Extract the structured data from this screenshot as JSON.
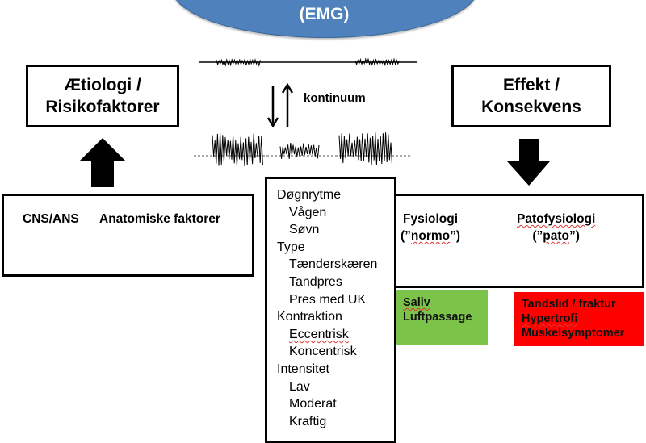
{
  "ellipse": {
    "label": "(EMG)",
    "fill": "#4f81bd",
    "text_color": "#ffffff"
  },
  "emg_signal": {
    "top_trace": "low-amplitude bursts",
    "bottom_trace": "high-amplitude bursts",
    "continuum_label": "kontinuum"
  },
  "left": {
    "title_line1": "Ætiologi /",
    "title_line2": "Risikofaktorer",
    "balance": {
      "label_left": "CNS/ANS",
      "label_right": "Anatomiske faktorer",
      "fulcrum_color": "#ffff00"
    }
  },
  "right": {
    "title_line1": "Effekt /",
    "title_line2": "Konsekvens",
    "balance": {
      "label_left_line1": "Fysiologi",
      "label_left_line2_pre": "(”",
      "label_left_line2_word": "normo",
      "label_left_line2_post": "”)",
      "label_right_line1": "Patofysiologi",
      "label_right_line2_pre": "(”",
      "label_right_line2_word": "pato",
      "label_right_line2_post": "”)",
      "fulcrum_color": "#ffff00"
    },
    "physiology_outcomes": {
      "items": [
        "Saliv",
        "Luftpassage"
      ],
      "color": "#7cc34a"
    },
    "pathophysiology_outcomes": {
      "items": [
        "Tandslid / fraktur",
        "Hypertrofi",
        "Muskelsymptomer"
      ],
      "color": "#ff0000"
    }
  },
  "list": {
    "items": [
      {
        "text": "Døgnrytme",
        "level": 0
      },
      {
        "text": "Vågen",
        "level": 1
      },
      {
        "text": "Søvn",
        "level": 1
      },
      {
        "text": "Type",
        "level": 0
      },
      {
        "text": "Tænderskæren",
        "level": 1
      },
      {
        "text": "Tandpres",
        "level": 1
      },
      {
        "text": "Pres med UK",
        "level": 1
      },
      {
        "text": "Kontraktion",
        "level": 0
      },
      {
        "text": "Eccentrisk",
        "level": 1
      },
      {
        "text": "Koncentrisk",
        "level": 1
      },
      {
        "text": "Intensitet",
        "level": 0
      },
      {
        "text": "Lav",
        "level": 1
      },
      {
        "text": "Moderat",
        "level": 1
      },
      {
        "text": "Kraftig",
        "level": 1
      }
    ]
  }
}
